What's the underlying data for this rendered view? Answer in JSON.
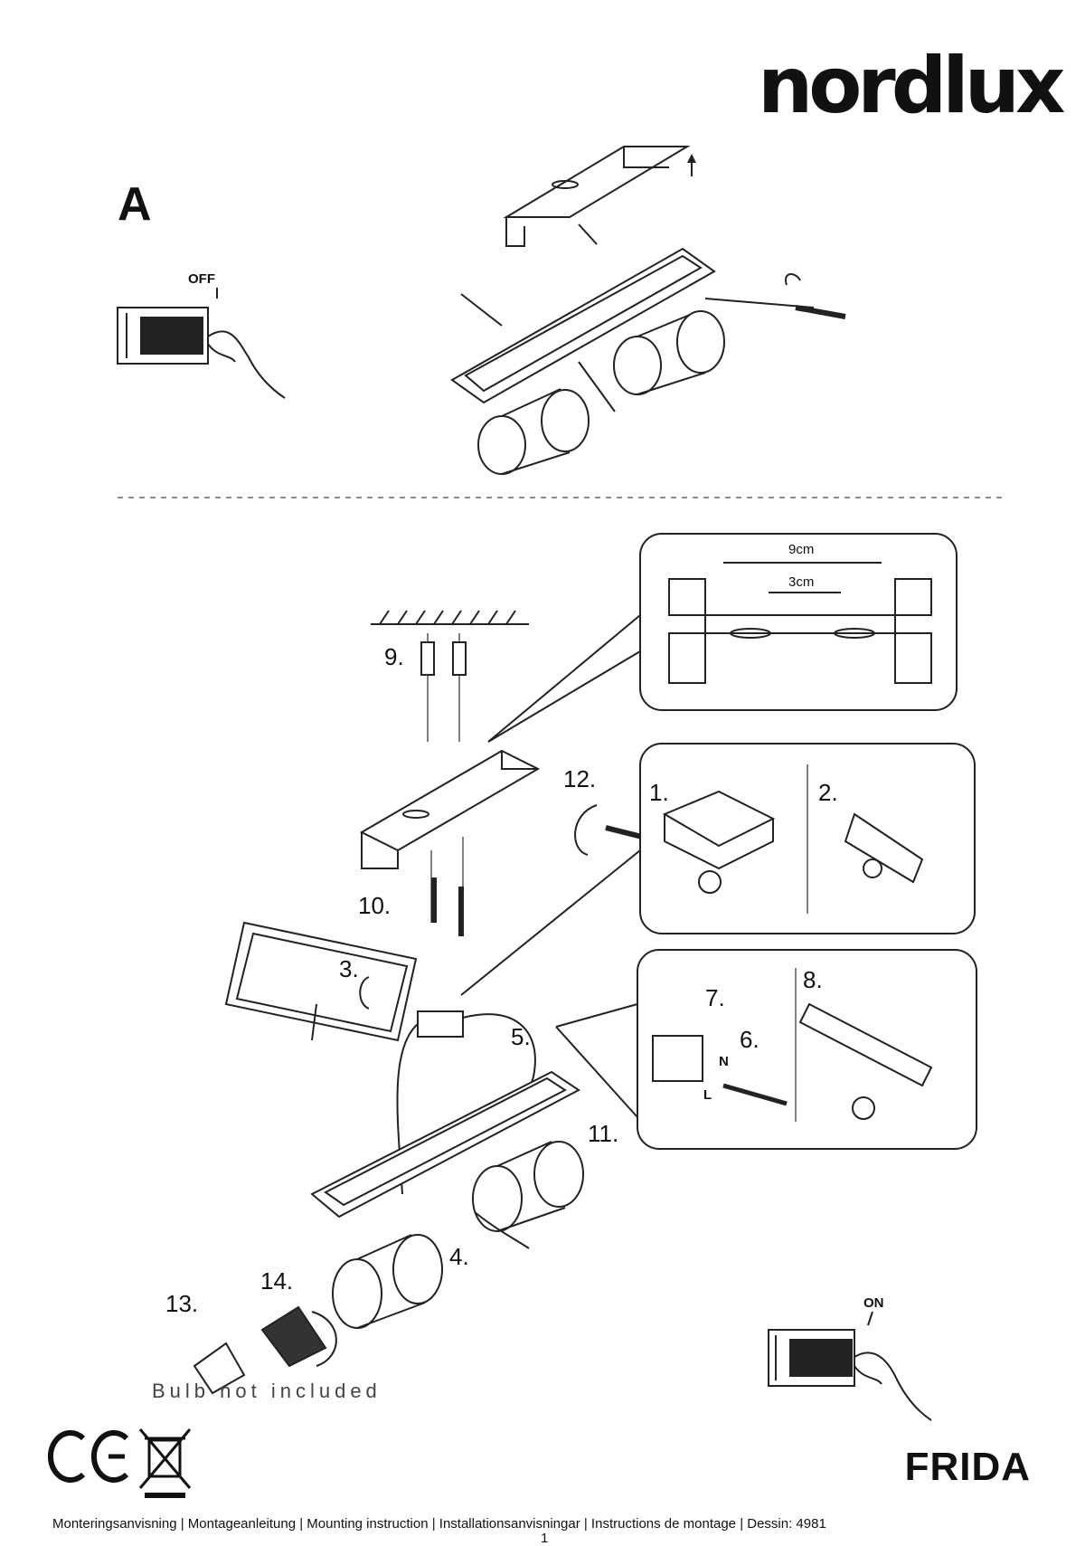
{
  "brand": "nordlux",
  "section_a_label": "A",
  "switch_off_label": "OFF",
  "switch_on_label": "ON",
  "dimensions": {
    "outer": "9cm",
    "inner": "3cm"
  },
  "steps": {
    "s1": "1.",
    "s2": "2.",
    "s3": "3.",
    "s4": "4.",
    "s5": "5.",
    "s6": "6.",
    "s7": "7.",
    "s8": "8.",
    "s9": "9.",
    "s10": "10.",
    "s11": "11.",
    "s12": "12.",
    "s13": "13.",
    "s14": "14."
  },
  "wire_labels": {
    "neutral": "N",
    "live": "L"
  },
  "bulb_note": "Bulb not included",
  "product_name": "FRIDA",
  "footer_text": "Monteringsanvisning | Montageanleitung | Mounting instruction | Installationsanvisningar | Instructions de montage | Dessin: 4981",
  "page_number": "1"
}
